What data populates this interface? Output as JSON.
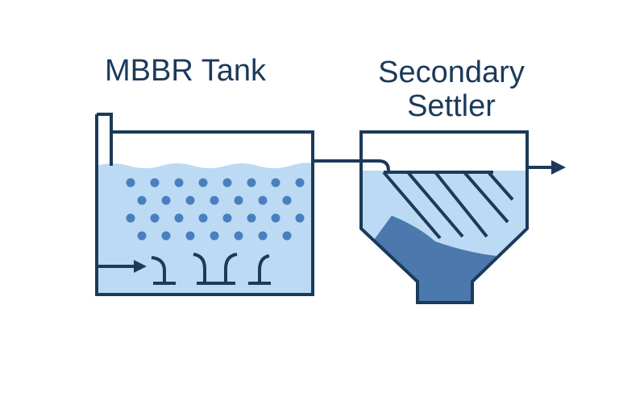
{
  "diagram": {
    "mbbr_tank": {
      "title": "MBBR Tank"
    },
    "secondary_settler": {
      "title_line1": "Secondary",
      "title_line2": "Settler"
    }
  },
  "colors": {
    "outline": "#1c3a5a",
    "water": "#bcdaf3",
    "media": "#4a7fbf",
    "sludge": "#4c79ad"
  },
  "icons": [
    "inflow-arrow-icon",
    "outflow-arrow-icon",
    "diffuser-icon"
  ]
}
